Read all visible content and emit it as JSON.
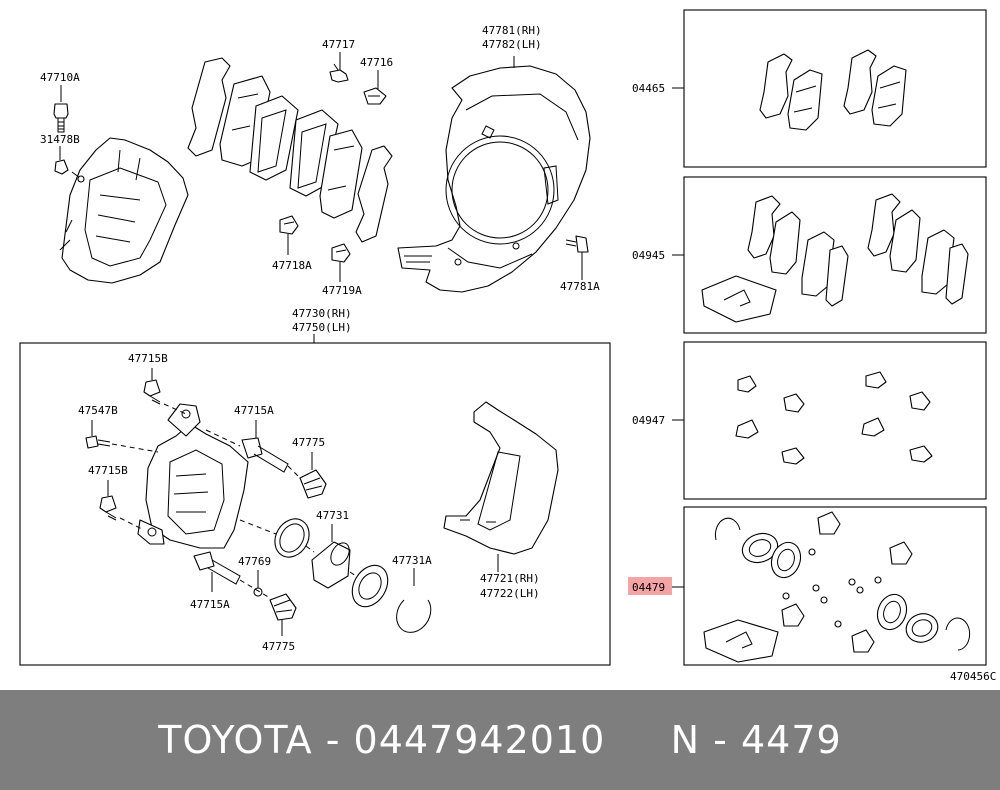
{
  "labels": {
    "p47710A": "47710A",
    "p31478B": "31478B",
    "p47717": "47717",
    "p47716": "47716",
    "p47781RH": "47781(RH)",
    "p47782LH": "47782(LH)",
    "p47718A": "47718A",
    "p47719A": "47719A",
    "p47781A": "47781A",
    "p47730RH": "47730(RH)",
    "p47750LH": "47750(LH)",
    "p47715B_top": "47715B",
    "p47547B": "47547B",
    "p47715B_mid": "47715B",
    "p47715A_top": "47715A",
    "p47775_top": "47775",
    "p47731": "47731",
    "p47769": "47769",
    "p47731A": "47731A",
    "p47715A_bottom": "47715A",
    "p47775_bottom": "47775",
    "p47721RH": "47721(RH)",
    "p47722LH": "47722(LH)"
  },
  "kits": {
    "k04465": "04465",
    "k04945": "04945",
    "k04947": "04947",
    "k04479": "04479"
  },
  "highlight_color": "#f4a4a4",
  "figure_ref": "470456C",
  "footer": {
    "title": "TOYOTA - 0447942010     N - 4479"
  }
}
